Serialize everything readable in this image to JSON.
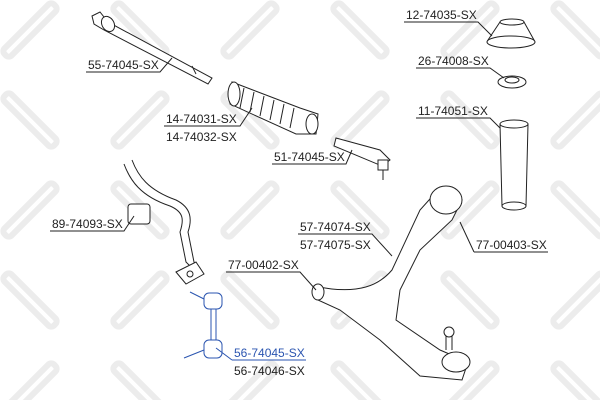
{
  "watermark": "STELLOX",
  "colors": {
    "highlight": "#2b55b0",
    "line": "#222222"
  },
  "labels": [
    {
      "id": "tie-rod",
      "text": "55-74045-SX"
    },
    {
      "id": "boot-a",
      "text": "14-74031-SX"
    },
    {
      "id": "boot-b",
      "text": "14-74032-SX"
    },
    {
      "id": "tie-rod-end",
      "text": "51-74045-SX"
    },
    {
      "id": "strut-mount",
      "text": "12-74035-SX"
    },
    {
      "id": "bearing",
      "text": "26-74008-SX"
    },
    {
      "id": "dust-boot",
      "text": "11-74051-SX"
    },
    {
      "id": "stab-bushing",
      "text": "89-74093-SX"
    },
    {
      "id": "arm-a",
      "text": "57-74074-SX"
    },
    {
      "id": "arm-b",
      "text": "57-74075-SX"
    },
    {
      "id": "arm-bushing-rear",
      "text": "77-00403-SX"
    },
    {
      "id": "arm-bushing-front",
      "text": "77-00402-SX"
    },
    {
      "id": "stab-link-a",
      "text": "56-74045-SX",
      "highlight": true
    },
    {
      "id": "stab-link-b",
      "text": "56-74046-SX"
    }
  ]
}
